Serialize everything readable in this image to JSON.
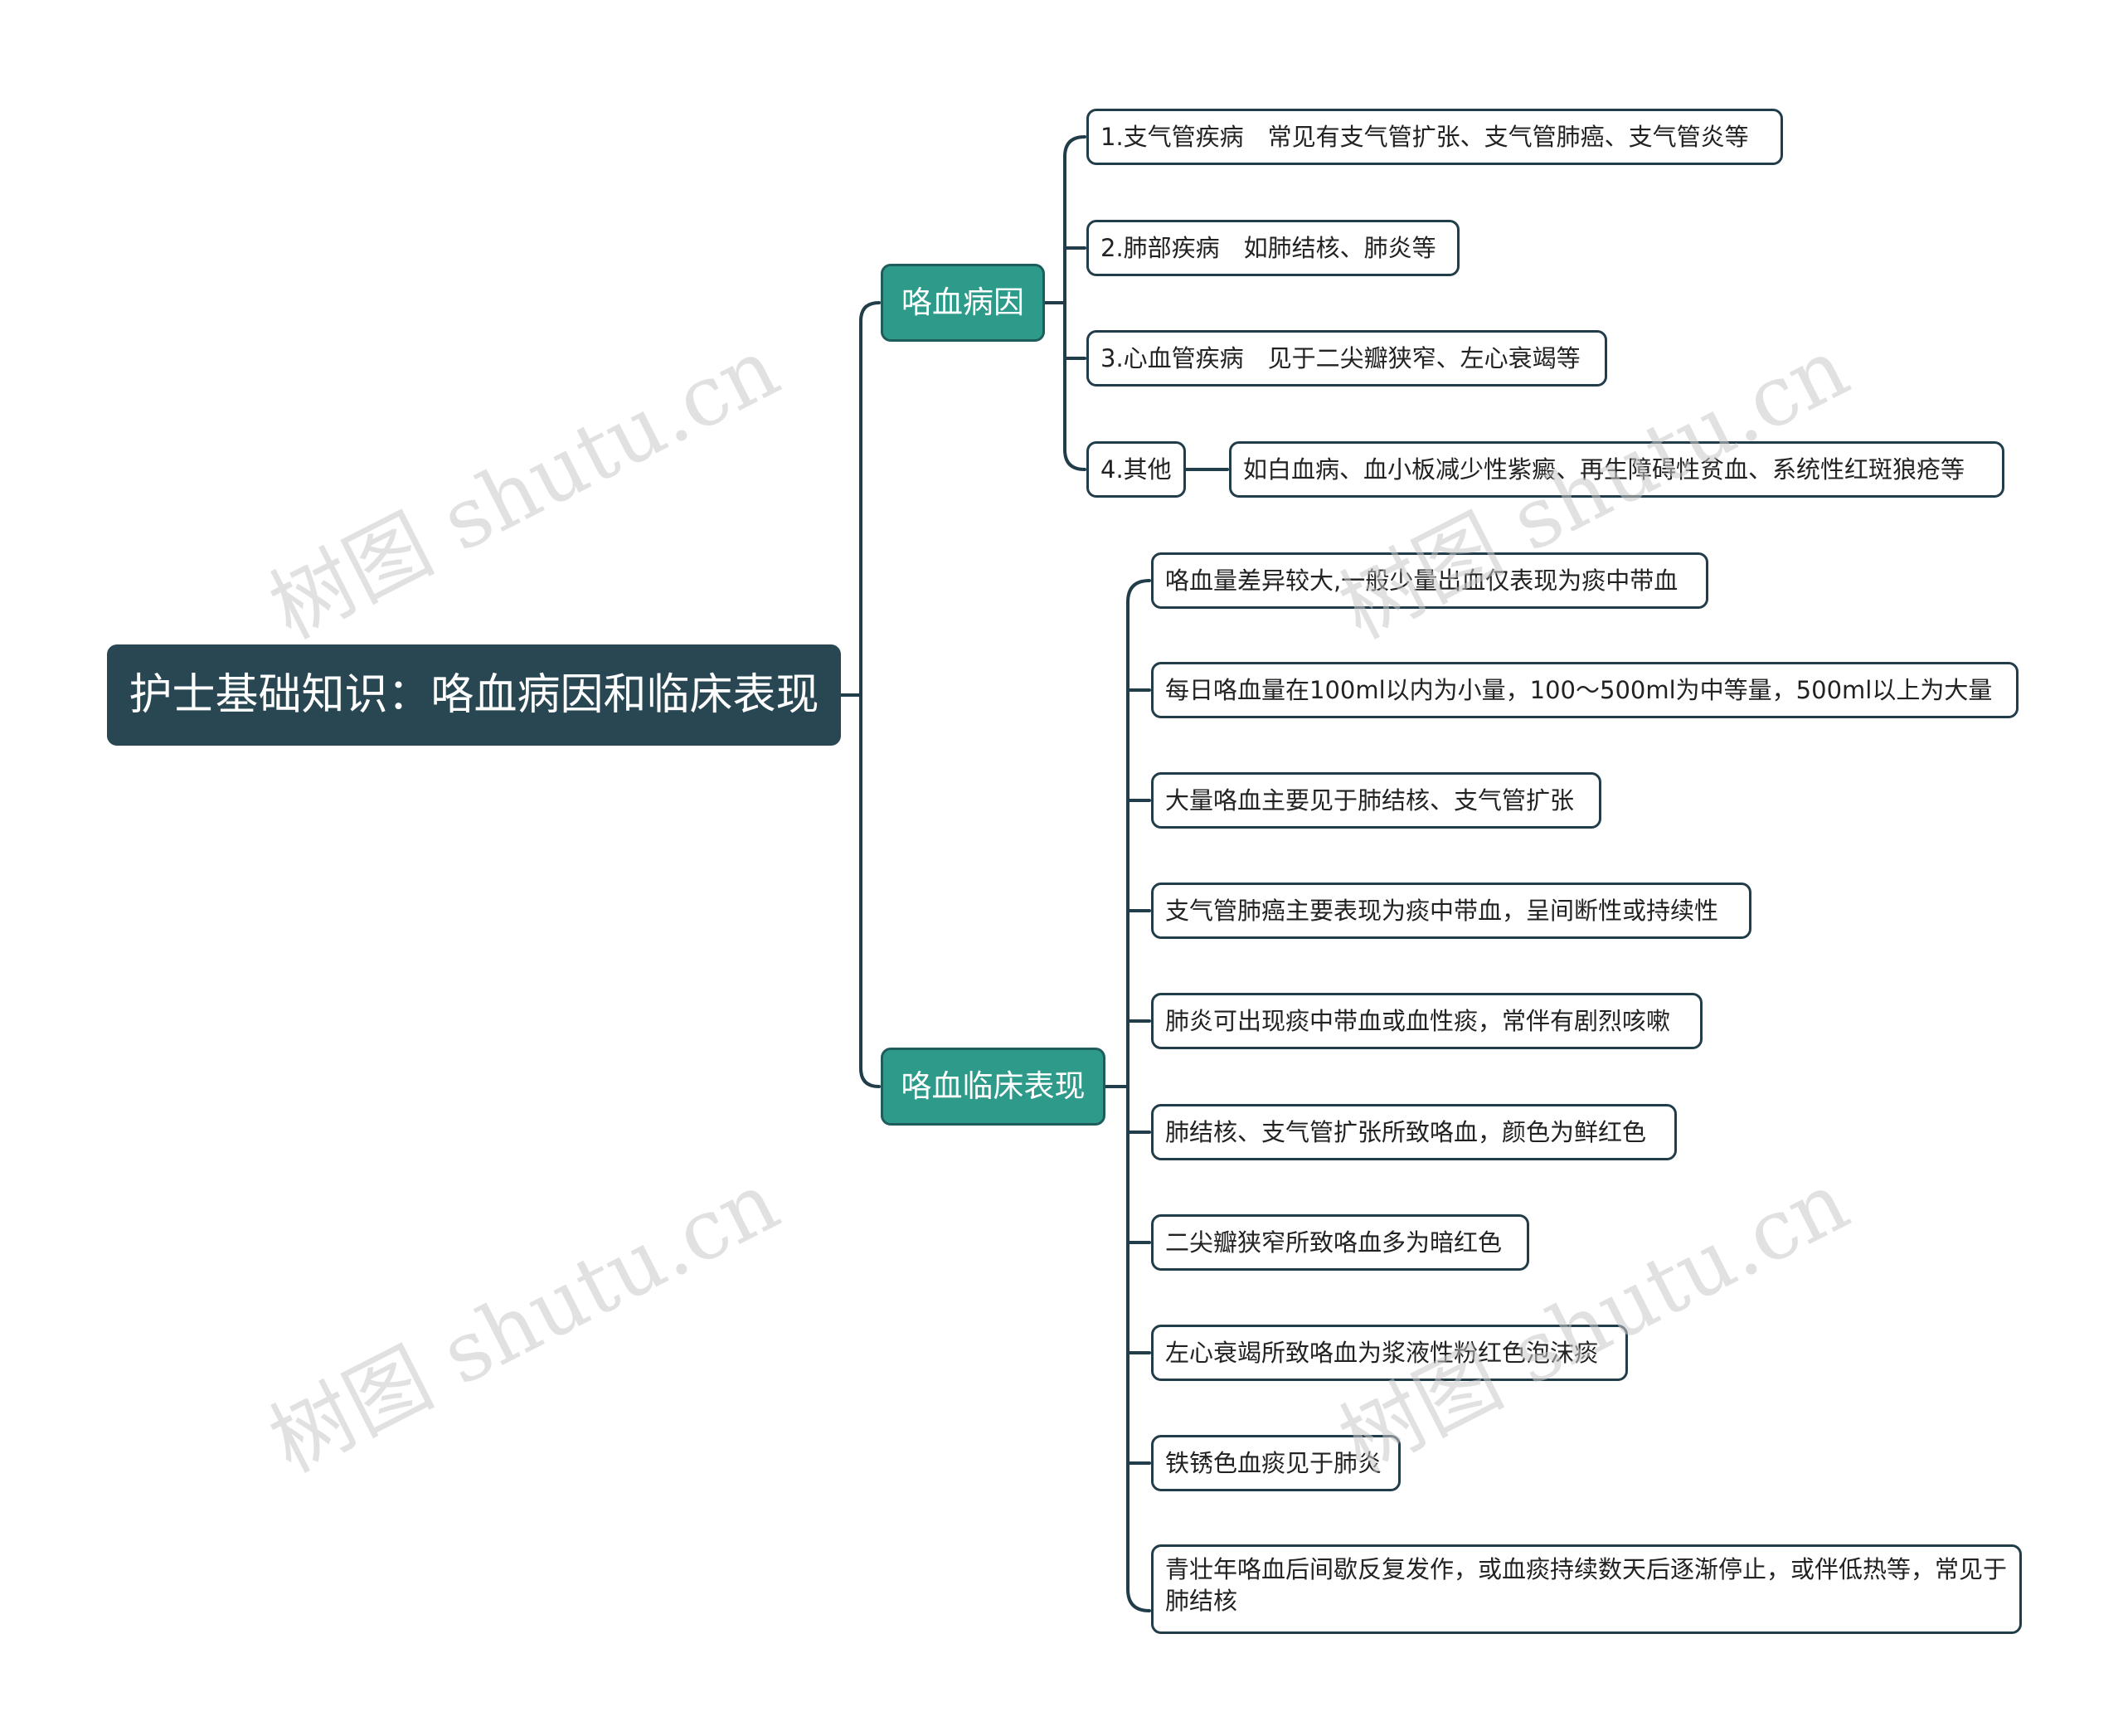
{
  "root": {
    "title": "护士基础知识：咯血病因和临床表现"
  },
  "branches": {
    "causes": {
      "label": "咯血病因",
      "items": [
        "1.支气管疾病　常见有支气管扩张、支气管肺癌、支气管炎等",
        "2.肺部疾病　如肺结核、肺炎等",
        "3.心血管疾病　见于二尖瓣狭窄、左心衰竭等",
        "4.其他"
      ],
      "other_detail": "如白血病、血小板减少性紫癜、再生障碍性贫血、系统性红斑狼疮等"
    },
    "manifestations": {
      "label": "咯血临床表现",
      "items": [
        "咯血量差异较大,一般少量出血仅表现为痰中带血",
        "每日咯血量在100ml以内为小量，100～500ml为中等量，500ml以上为大量",
        "大量咯血主要见于肺结核、支气管扩张",
        "支气管肺癌主要表现为痰中带血，呈间断性或持续性",
        "肺炎可出现痰中带血或血性痰，常伴有剧烈咳嗽",
        "肺结核、支气管扩张所致咯血，颜色为鲜红色",
        "二尖瓣狭窄所致咯血多为暗红色",
        "左心衰竭所致咯血为浆液性粉红色泡沫痰",
        "铁锈色血痰见于肺炎",
        "青壮年咯血后间歇反复发作，或血痰持续数天后逐渐停止，或伴低热等，常见于肺结核"
      ]
    }
  },
  "watermark": "树图 shutu.cn",
  "colors": {
    "root_bg": "#284753",
    "branch_bg": "#2e9a8a",
    "connector": "#223d4a"
  }
}
